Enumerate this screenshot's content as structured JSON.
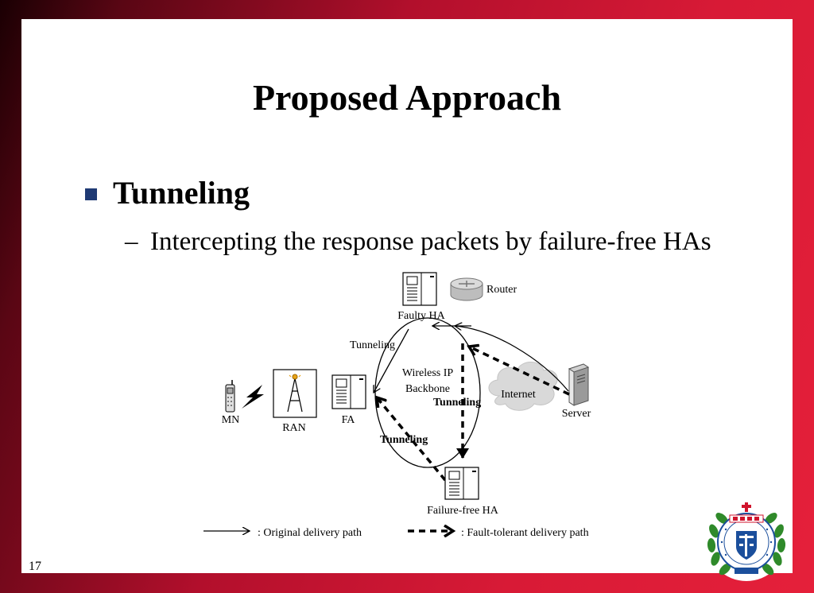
{
  "slide": {
    "title": "Proposed Approach",
    "bullet": "Tunneling",
    "sub_bullet_dash": "–",
    "sub_bullet": "Intercepting the response packets by failure-free HAs",
    "page_number": "17"
  },
  "diagram": {
    "nodes": {
      "router": "Router",
      "faulty_ha": "Faulty HA",
      "wireless_backbone_line1": "Wireless IP",
      "wireless_backbone_line2": "Backbone",
      "internet": "Internet",
      "server": "Server",
      "mn": "MN",
      "ran": "RAN",
      "fa": "FA",
      "failure_free_ha": "Failure-free HA"
    },
    "edge_labels": {
      "tunneling_original": "Tunneling",
      "tunneling_bold_right": "Tunneling",
      "tunneling_bold_left": "Tunneling"
    },
    "legend": {
      "original": ": Original delivery path",
      "fault_tolerant": ": Fault-tolerant delivery path"
    }
  },
  "colors": {
    "bullet": "#1f3a74",
    "seal_green": "#2f8a2a",
    "seal_blue": "#1b4f9c",
    "seal_red": "#d0142c"
  },
  "icons": [
    "server-icon",
    "router-icon",
    "cloud-icon",
    "tower-icon",
    "phone-icon",
    "lightning-icon",
    "seal-logo"
  ]
}
